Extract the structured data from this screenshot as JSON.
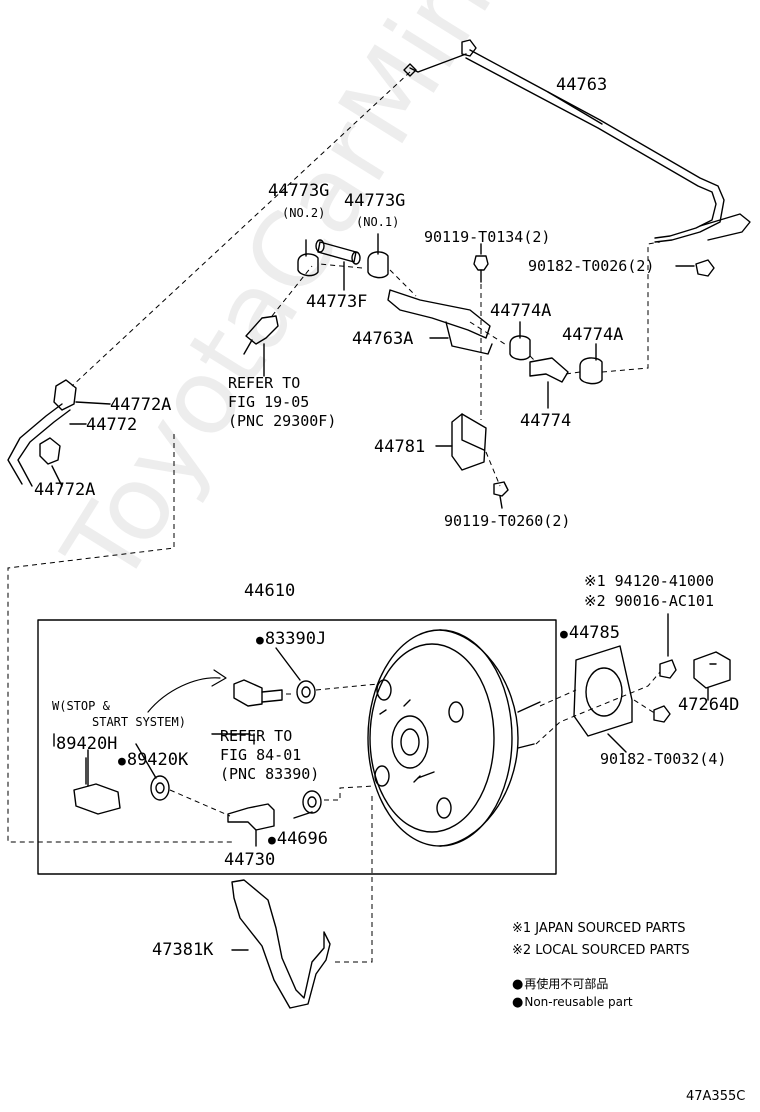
{
  "watermark": "ToyotaCarMine.ru",
  "labels": {
    "p44763": "44763",
    "p44773g_no2": "44773G",
    "p44773g_no2_sub": "(NO.2)",
    "p44773g_no1": "44773G",
    "p44773g_no1_sub": "(NO.1)",
    "p90119_t0134": "90119-T0134(2)",
    "p90182_t0026": "90182-T0026(2)",
    "p44773f": "44773F",
    "p44774a_left": "44774A",
    "p44774a_right": "44774A",
    "p44763a": "44763A",
    "refer1_line1": "REFER TO",
    "refer1_line2": "FIG 19-05",
    "refer1_line3": "(PNC 29300F)",
    "p44774": "44774",
    "p44772a_top": "44772A",
    "p44772": "44772",
    "p44781": "44781",
    "p44772a_bottom": "44772A",
    "p90119_t0260": "90119-T0260(2)",
    "p44610": "44610",
    "mark1_code": "※1 94120-41000",
    "mark2_code": "※2 90016-AC101",
    "p83390j": "83390J",
    "p44785": "44785",
    "w_line1": "W(STOP &",
    "w_line2": "START SYSTEM)",
    "refer2_line1": "REFER TO",
    "refer2_line2": "FIG 84-01",
    "refer2_line3": "(PNC 83390)",
    "p47264d": "47264D",
    "p89420h": "89420H",
    "p89420k": "89420K",
    "p90182_t0032": "90182-T0032(4)",
    "p44696": "44696",
    "p44730": "44730",
    "p47381k": "47381K",
    "note1": "※1 JAPAN SOURCED PARTS",
    "note2": "※2 LOCAL SOURCED PARTS",
    "legend_jp": "再使用不可部品",
    "legend_en": "Non-reusable part",
    "figure_code": "47A355C"
  }
}
